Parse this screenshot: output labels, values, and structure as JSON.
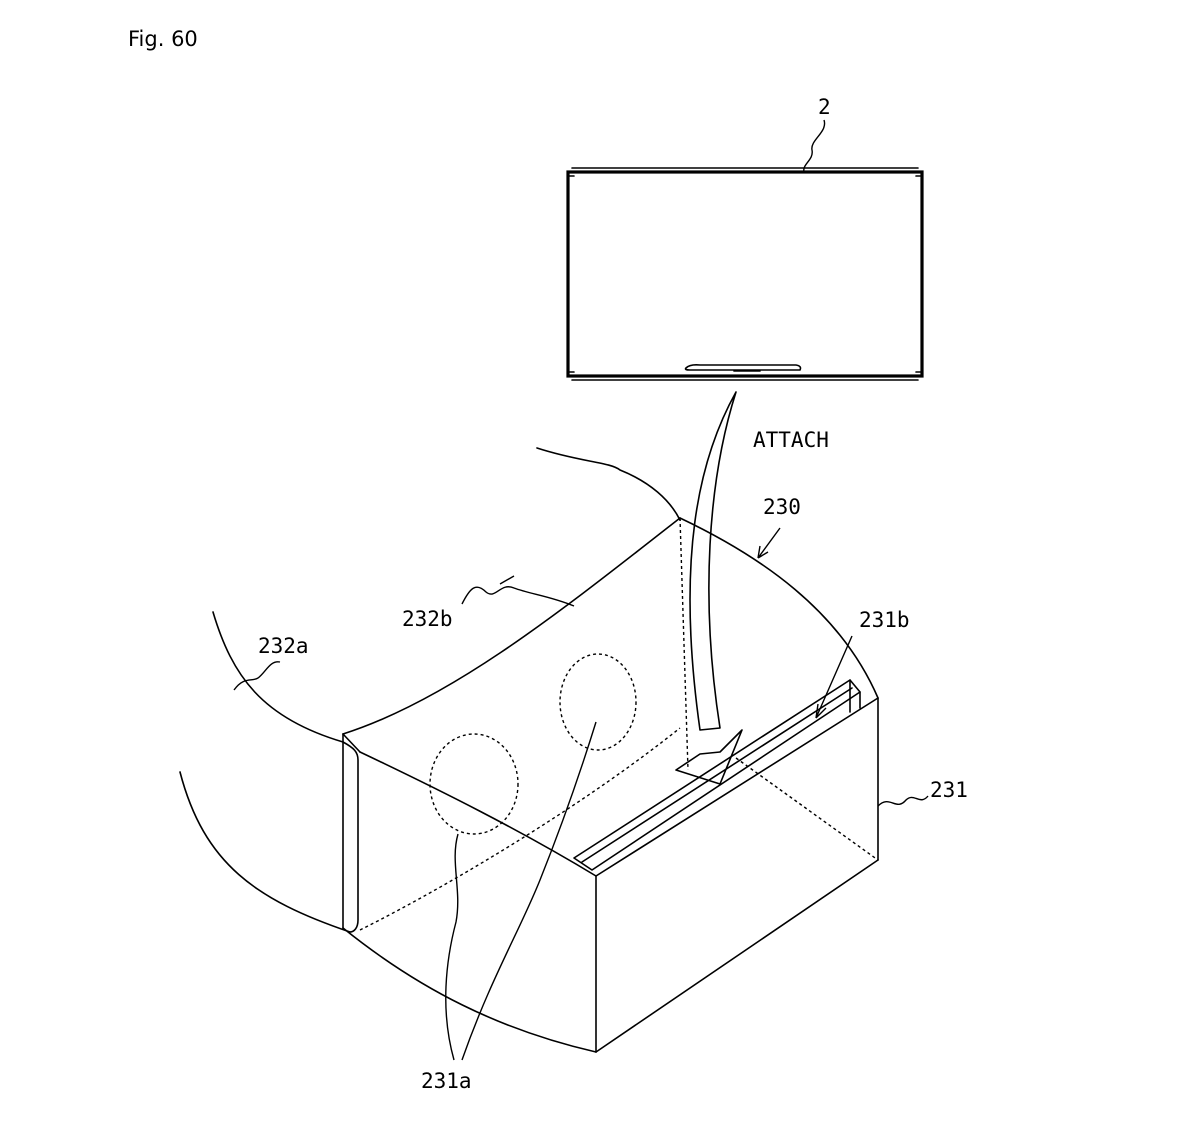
{
  "figure": {
    "title": "Fig. 60",
    "action_label": "ATTACH",
    "labels": {
      "device": "2",
      "goggles": "230",
      "housing": "231",
      "lens_holes": "231a",
      "slot": "231b",
      "strap_left": "232a",
      "strap_top": "232b"
    }
  }
}
